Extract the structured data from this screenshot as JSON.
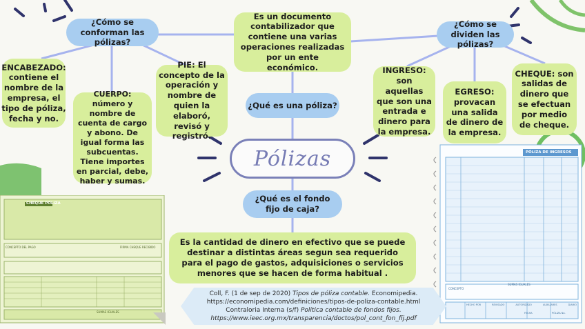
{
  "title": "Pólizas",
  "questions": {
    "conforman": "¿Cómo se conforman las pólizas?",
    "dividen": "¿Cómo se dividen las pólizas?",
    "que_es": "¿Qué es una póliza?",
    "fondo_fijo": "¿Qué es el fondo fijo de caja?"
  },
  "definitions": {
    "poliza": "Es un documento contabilizador que contiene una varias operaciones realizadas por un ente económico.",
    "fondo_fijo": "Es la cantidad de dinero en efectivo que se puede destinar a distintas áreas segun sea requerido para el pago de gastos, adquisiciones o servicios menores que se hacen de forma habitual ."
  },
  "parts": {
    "encabezado": "ENCABEZADO: contiene el nombre de la empresa, el tipo de póliza, fecha y no.",
    "cuerpo": "CUERPO: número y nombre de cuenta de cargo y abono. De igual forma las subcuentas. Tiene importes en parcial, debe, haber y sumas.",
    "pie": "PIE: El concepto de la operación y nombre de quien la elaboró, revisó y registró."
  },
  "types": {
    "ingreso": "INGRESO: son aquellas que son una entrada e dinero para la empresa.",
    "egreso": "EGRESO: provacan una salida de dinero de la empresa.",
    "cheque": "CHEQUE: son salidas de dinero que se efectuan por medio de cheque."
  },
  "references": {
    "ref1_plain": "Coll, F. (1 de sep de 2020)",
    "ref1_italic": "Tipos de póliza contable",
    "ref1_tail": ". Economipedia.",
    "ref1_url": "https://economipedia.com/definiciones/tipos-de-poliza-contable.html",
    "ref2_plain": "Contraloria Interna (s/f)",
    "ref2_italic": "Politica contable de fondos fijos.",
    "ref2_url": "https://www.ieec.org.mx/transparencia/doctos/pol_cont_fon_fij.pdf"
  },
  "form_left": {
    "title": "CHEQUE PÓLIZA",
    "concepto": "CONCEPTO DEL PAGO",
    "firma": "FIRMA CHEQUE RECIBIDO",
    "sumas": "SUMAS IGUALES"
  },
  "form_right": {
    "title": "PÓLIZA DE INGRESOS",
    "sumas": "SUMAS IGUALES",
    "concepto": "CONCEPTO",
    "footer": [
      "HECHO POR",
      "REVISADO",
      "AUTORIZADO",
      "AUXILIARES",
      "DIARIO"
    ],
    "fecha": "FECHA",
    "poliza_no": "PÓLIZA No."
  },
  "colors": {
    "green_box": "#d8ee9c",
    "blue_box": "#a8cdf0",
    "line": "#a6b3ee",
    "title_purple": "#767bb4",
    "dark_accent": "#2f336b"
  }
}
